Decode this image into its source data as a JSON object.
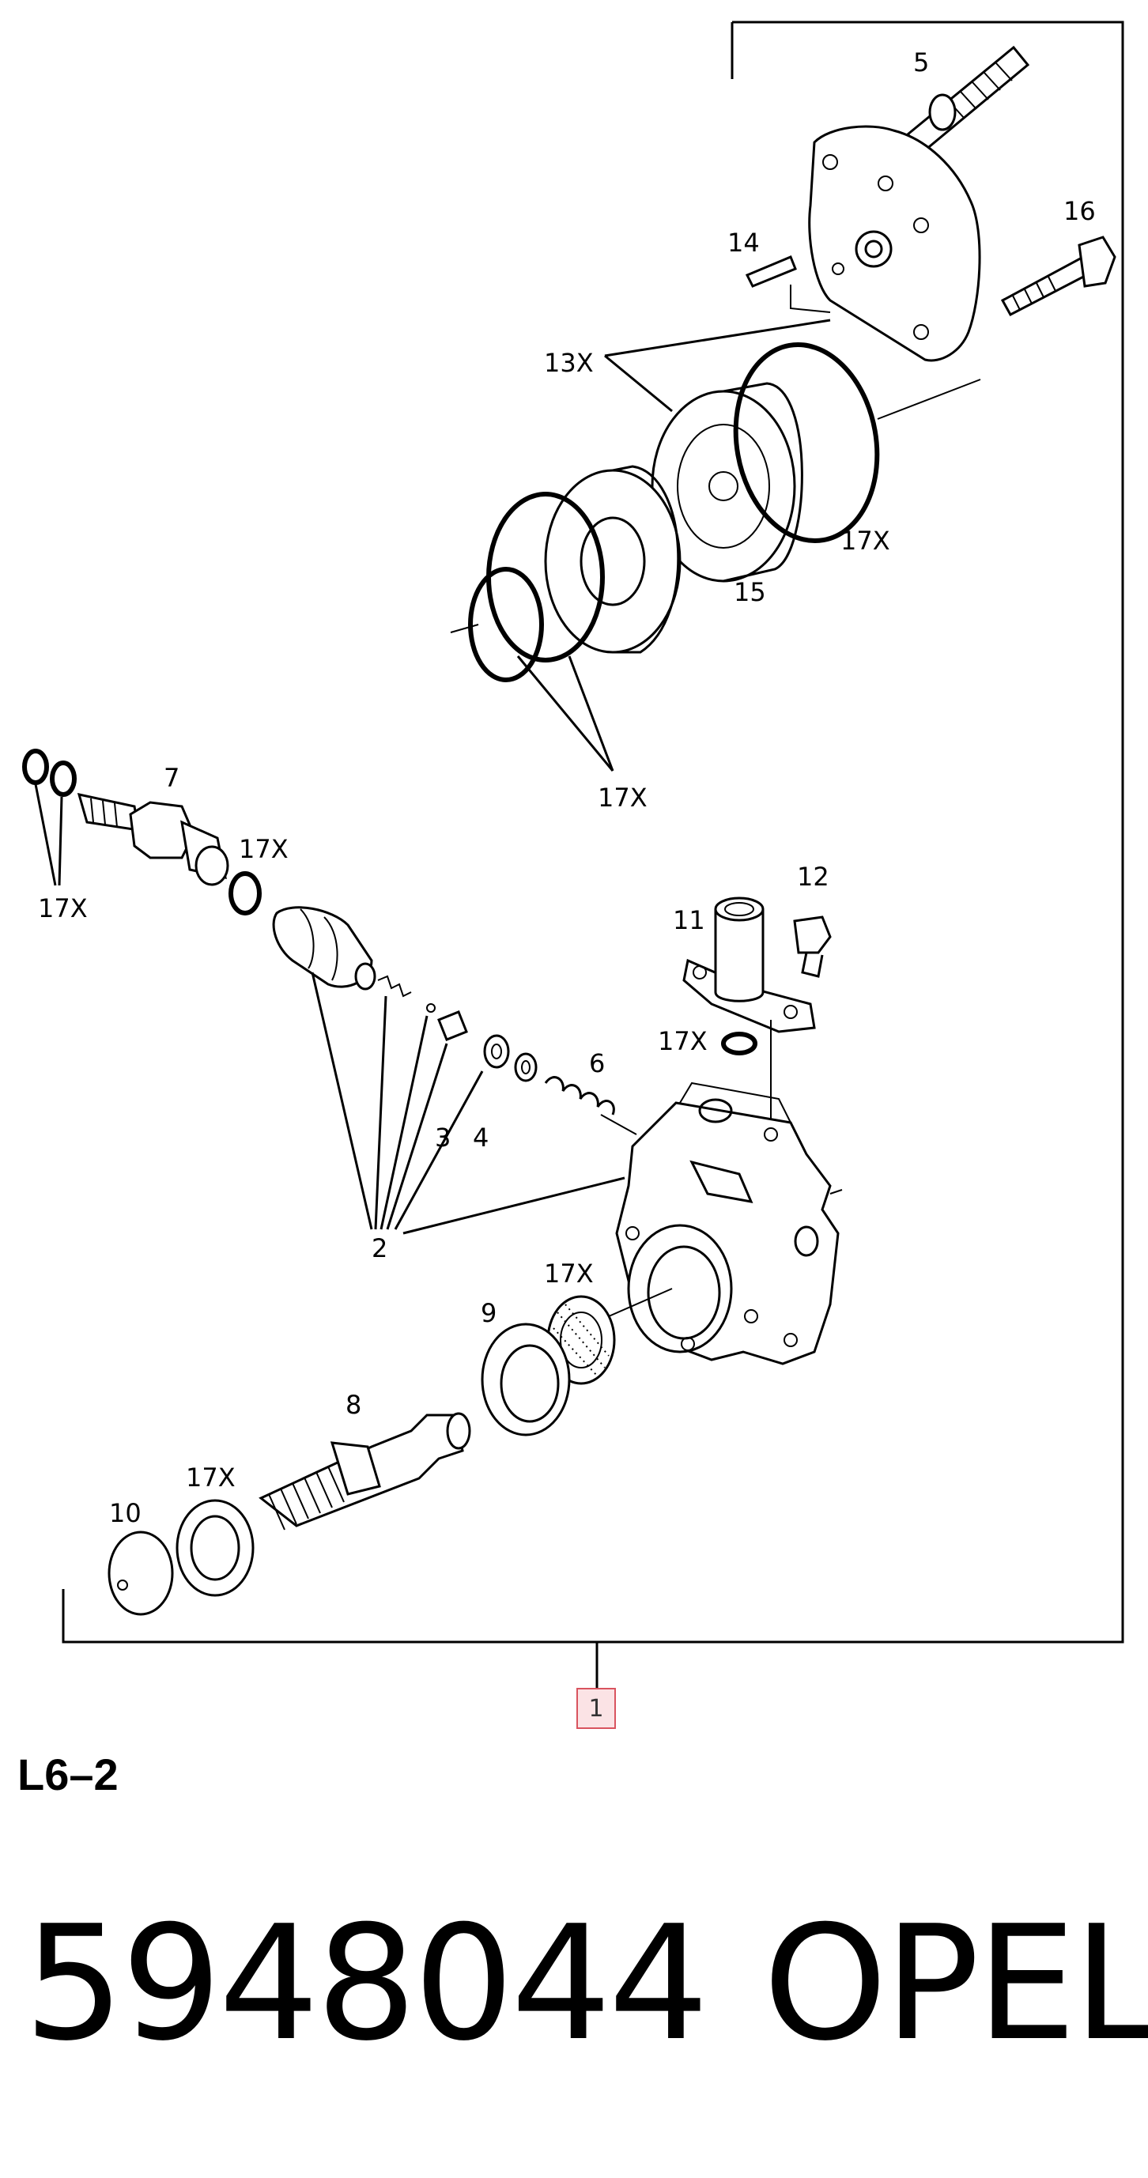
{
  "diagram": {
    "callouts": {
      "p5": "5",
      "p16": "16",
      "p14": "14",
      "p13x": "13X",
      "p17x_ring_top": "17X",
      "p15": "15",
      "p17x_rings_mid": "17X",
      "p7": "7",
      "p17x_left": "17X",
      "p17x_7": "17X",
      "p12": "12",
      "p11": "11",
      "p17x_11": "17X",
      "p6": "6",
      "p3": "3",
      "p4": "4",
      "p2": "2",
      "p17x_9": "17X",
      "p9": "9",
      "p8": "8",
      "p17x_10": "17X",
      "p10": "10"
    },
    "reference_box": "1"
  },
  "footer": {
    "section_code": "L6–2",
    "part_number": "5948044",
    "brand": "OPEL"
  }
}
